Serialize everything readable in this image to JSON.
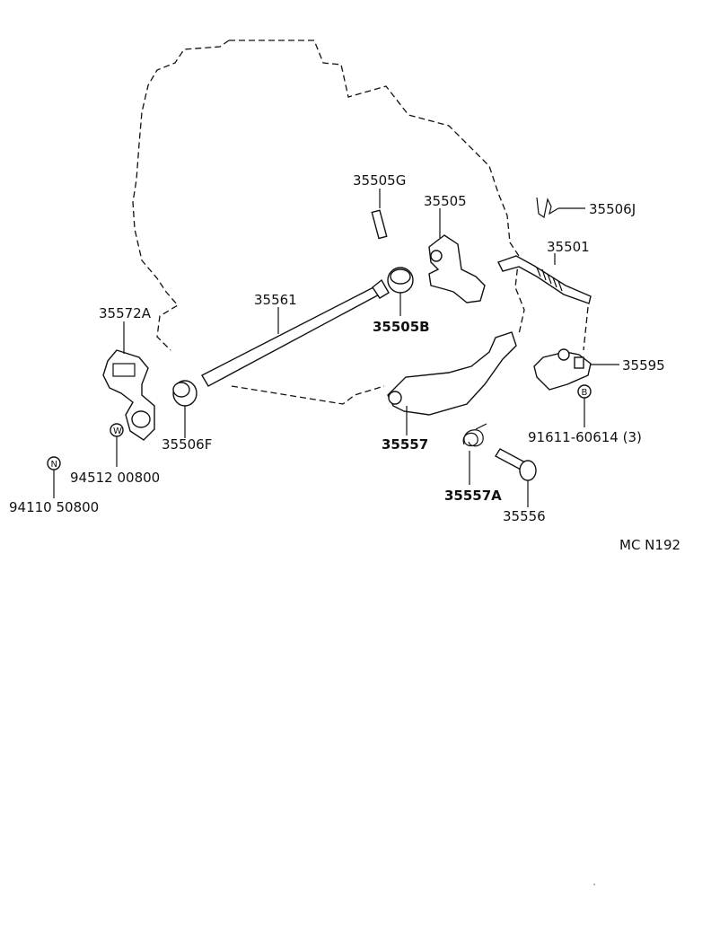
{
  "labels": {
    "p35505g": "35505G",
    "p35505": "35505",
    "p35506j": "35506J",
    "p35501": "35501",
    "p35561": "35561",
    "p35505b": "35505B",
    "p35572a": "35572A",
    "p35595": "35595",
    "p35506f": "35506F",
    "p35557": "35557",
    "p91611": "91611-60614 (3)",
    "p94512": "94512 00800",
    "p94110": "94110 50800",
    "p35557a": "35557A",
    "p35556": "35556",
    "figure_code": "MC N192"
  },
  "markers": {
    "n": "N",
    "w": "W",
    "b": "B"
  }
}
